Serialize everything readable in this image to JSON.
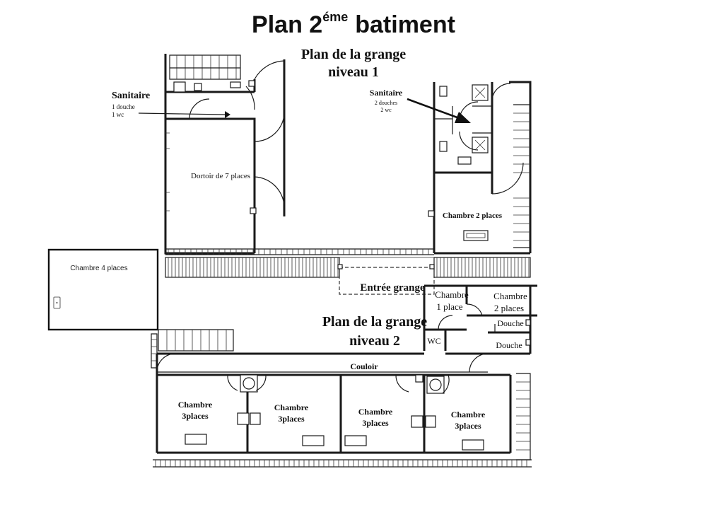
{
  "title": {
    "main": "Plan 2",
    "superscript": "éme",
    "suffix": "batiment"
  },
  "level1": {
    "heading_line1": "Plan de la grange",
    "heading_line2": "niveau 1",
    "sanitaire_left": {
      "label": "Sanitaire",
      "detail1": "1 douche",
      "detail2": "1 wc"
    },
    "sanitaire_right": {
      "label": "Sanitaire",
      "detail1": "2 douches",
      "detail2": "2 wc"
    },
    "dortoir": "Dortoir de 7 places",
    "chambre2": "Chambre 2 places",
    "entree": "Entrée grange"
  },
  "chambre4": "Chambre 4 places",
  "level2": {
    "heading_line1": "Plan de la grange",
    "heading_line2": "niveau 2",
    "chambre1_line1": "Chambre",
    "chambre1_line2": "1 place",
    "chambre2_line1": "Chambre",
    "chambre2_line2": "2 places",
    "douche1": "Douche",
    "douche2": "Douche",
    "wc": "WC",
    "couloir": "Couloir",
    "rooms": [
      {
        "line1": "Chambre",
        "line2": "3places"
      },
      {
        "line1": "Chambre",
        "line2": "3places"
      },
      {
        "line1": "Chambre",
        "line2": "3places"
      },
      {
        "line1": "Chambre",
        "line2": "3places"
      }
    ]
  }
}
